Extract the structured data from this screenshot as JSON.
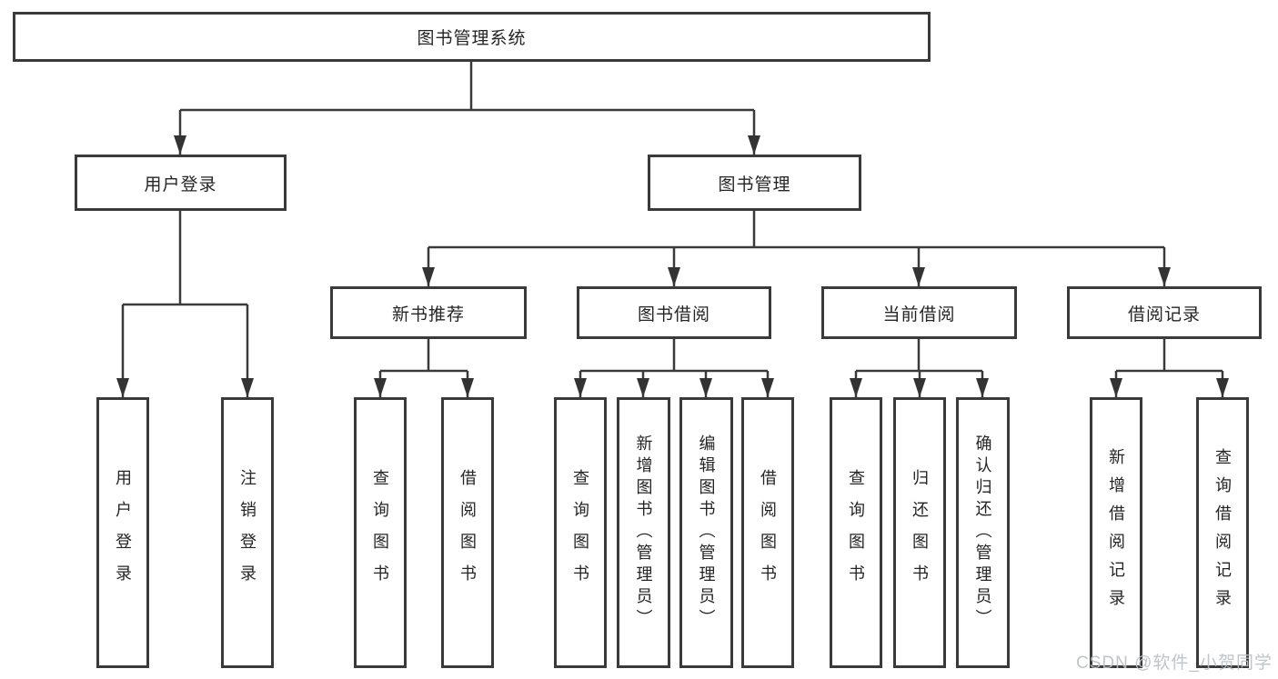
{
  "diagram": {
    "title": "图书管理系统",
    "nodes": {
      "root": {
        "label": "图书管理系统"
      },
      "user_login_grp": {
        "label": "用户登录"
      },
      "book_mgmt_grp": {
        "label": "图书管理"
      },
      "new_book_rec": {
        "label": "新书推荐"
      },
      "book_borrow": {
        "label": "图书借阅"
      },
      "current_borrow": {
        "label": "当前借阅"
      },
      "borrow_record": {
        "label": "借阅记录"
      },
      "leaf_user_login": {
        "label": "用户登录"
      },
      "leaf_logout": {
        "label": "注销登录"
      },
      "leaf_nb_query": {
        "label": "查询图书"
      },
      "leaf_nb_borrow": {
        "label": "借阅图书"
      },
      "leaf_bb_query": {
        "label": "查询图书"
      },
      "leaf_bb_add": {
        "label": "新增图书（管理员）"
      },
      "leaf_bb_edit": {
        "label": "编辑图书（管理员）"
      },
      "leaf_bb_borrow": {
        "label": "借阅图书"
      },
      "leaf_cb_query": {
        "label": "查询图书"
      },
      "leaf_cb_return": {
        "label": "归还图书"
      },
      "leaf_cb_confirm": {
        "label": "确认归还（管理员）"
      },
      "leaf_br_add": {
        "label": "新增借阅记录"
      },
      "leaf_br_query": {
        "label": "查询借阅记录"
      }
    },
    "edges": [
      "图书管理系统->用户登录",
      "图书管理系统->图书管理",
      "用户登录->用户登录",
      "用户登录->注销登录",
      "图书管理->新书推荐",
      "图书管理->图书借阅",
      "图书管理->当前借阅",
      "图书管理->借阅记录",
      "新书推荐->查询图书",
      "新书推荐->借阅图书",
      "图书借阅->查询图书",
      "图书借阅->新增图书（管理员）",
      "图书借阅->编辑图书（管理员）",
      "图书借阅->借阅图书",
      "当前借阅->查询图书",
      "当前借阅->归还图书",
      "当前借阅->确认归还（管理员）",
      "借阅记录->新增借阅记录",
      "借阅记录->查询借阅记录"
    ],
    "colors": {
      "line": "#3a3a3a",
      "box_border": "#3a3a3a",
      "box_fill": "#ffffff",
      "text": "#252525",
      "watermark": "#b9bec6",
      "background": "#ffffff"
    }
  },
  "watermark": {
    "text": "CSDN @软件_小贺同学"
  }
}
